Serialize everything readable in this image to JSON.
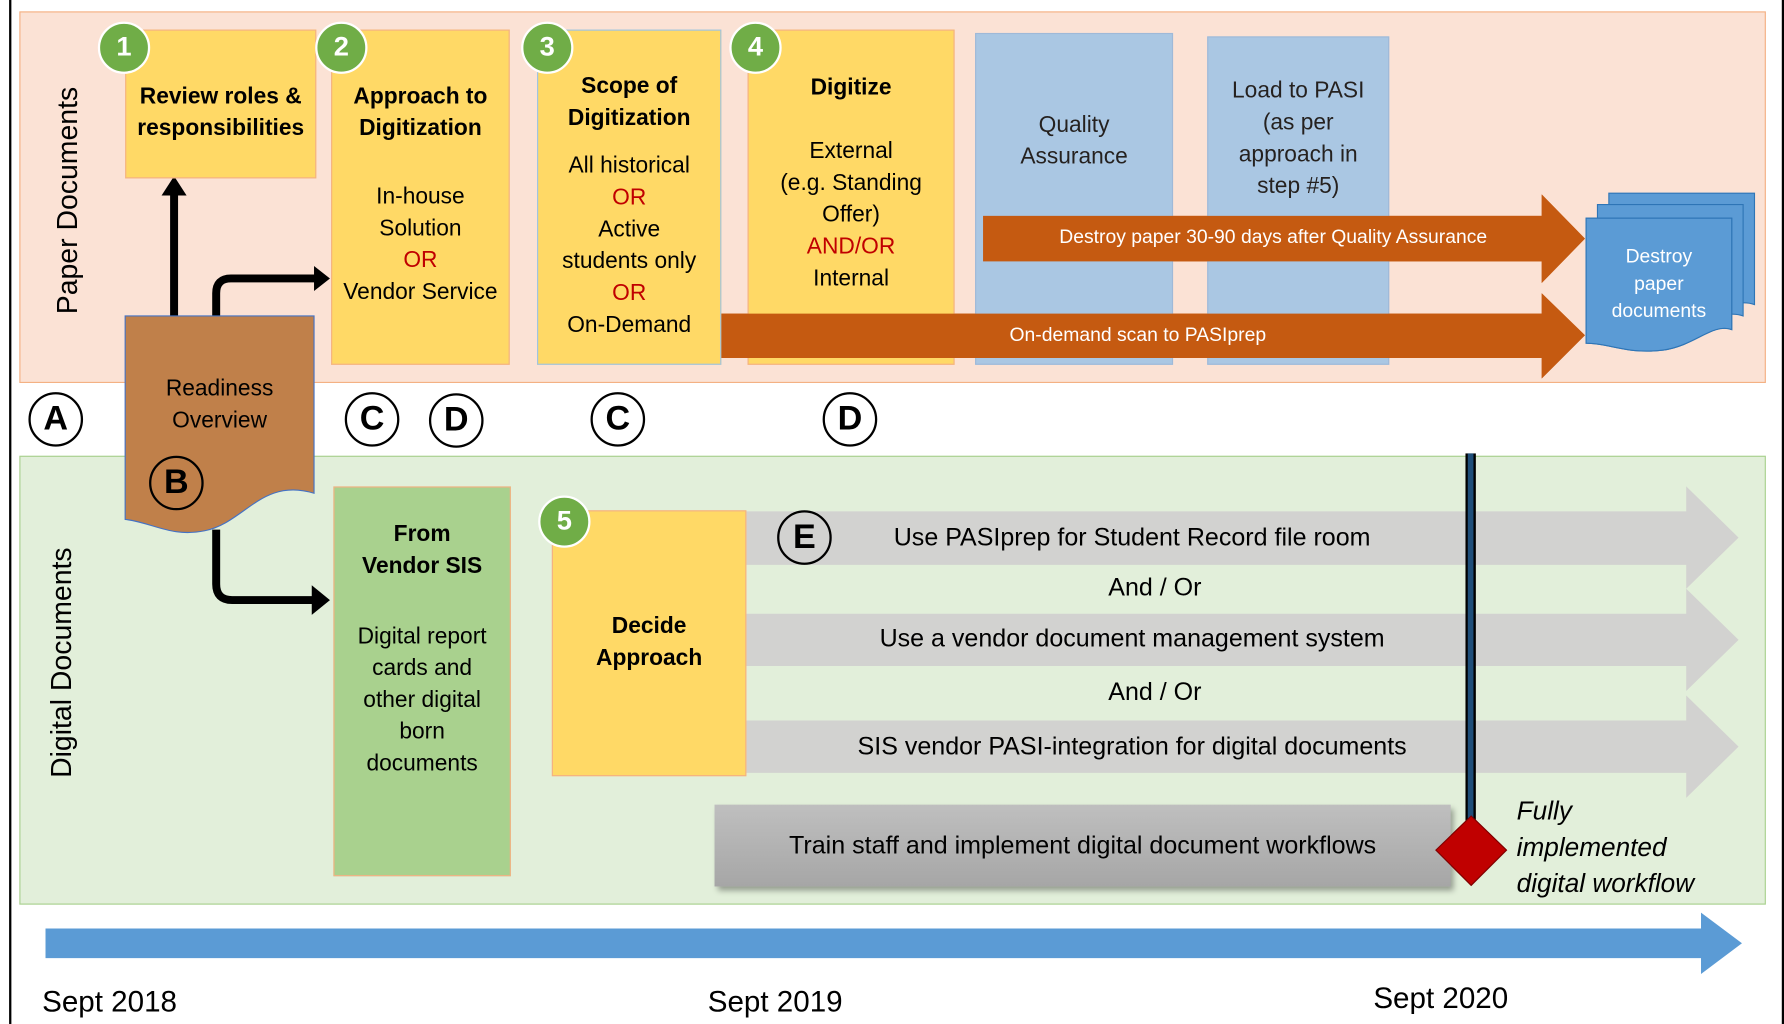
{
  "lanes": {
    "paper_label": "Paper Documents",
    "digital_label": "Digital Documents"
  },
  "steps": {
    "step1": {
      "badge": "1",
      "title": "Review roles & responsibilities"
    },
    "step2": {
      "badge": "2",
      "title_line1": "Approach to",
      "title_line2": "Digitization",
      "opt1_line1": "In-house",
      "opt1_line2": "Solution",
      "or": "OR",
      "opt2": "Vendor Service"
    },
    "step3": {
      "badge": "3",
      "title_line1": "Scope of",
      "title_line2": "Digitization",
      "opt1": "All historical",
      "or1": "OR",
      "opt2_line1": "Active",
      "opt2_line2": "students only",
      "or2": "OR",
      "opt3": "On-Demand"
    },
    "step4": {
      "badge": "4",
      "title": "Digitize",
      "opt1_line1": "External",
      "opt1_line2": "(e.g. Standing",
      "opt1_line3": "Offer)",
      "andor": "AND/OR",
      "opt2": "Internal"
    },
    "qa": {
      "line1": "Quality",
      "line2": "Assurance"
    },
    "load": {
      "line1": "Load to PASI",
      "line2": "(as per",
      "line3": "approach in",
      "line4": "step #5)"
    },
    "destroy_arrow": "Destroy paper 30-90 days after Quality Assurance",
    "ondemand_arrow": "On-demand scan to PASIprep",
    "destroy_doc": {
      "line1": "Destroy",
      "line2": "paper",
      "line3": "documents"
    },
    "readiness": {
      "line1": "Readiness",
      "line2": "Overview",
      "letter": "B"
    },
    "vendor_sis": {
      "title_line1": "From",
      "title_line2": "Vendor SIS",
      "body1": "Digital report",
      "body2": "cards and",
      "body3": "other digital",
      "body4": "born",
      "body5": "documents"
    },
    "step5": {
      "badge": "5",
      "title_line1": "Decide",
      "title_line2": "Approach"
    }
  },
  "letters": {
    "a": "A",
    "c1": "C",
    "d1": "D",
    "c2": "C",
    "d2": "D",
    "e": "E"
  },
  "digital_options": {
    "opt1": "Use PASIprep for Student Record file room",
    "andor1": "And / Or",
    "opt2": "Use a vendor document management system",
    "andor2": "And / Or",
    "opt3": "SIS vendor PASI-integration for digital documents"
  },
  "train": "Train staff and implement digital document workflows",
  "milestone": {
    "line1": "Fully",
    "line2": "implemented",
    "line3": "digital workflow"
  },
  "timeline": {
    "start": "Sept 2018",
    "mid": "Sept 2019",
    "end": "Sept 2020"
  },
  "colors": {
    "paper_lane": "#fbe2d5",
    "digital_lane": "#e2efda",
    "yellow": "#ffd966",
    "blue_box": "#9dc3e6",
    "orange_arrow": "#c55a11",
    "gray_arrow": "#d0cece",
    "badge_green": "#70ad47",
    "readiness_brown": "#c0804a",
    "timeline_blue": "#5b9bd5",
    "milestone_red": "#c00000",
    "or_red": "#c00000"
  }
}
